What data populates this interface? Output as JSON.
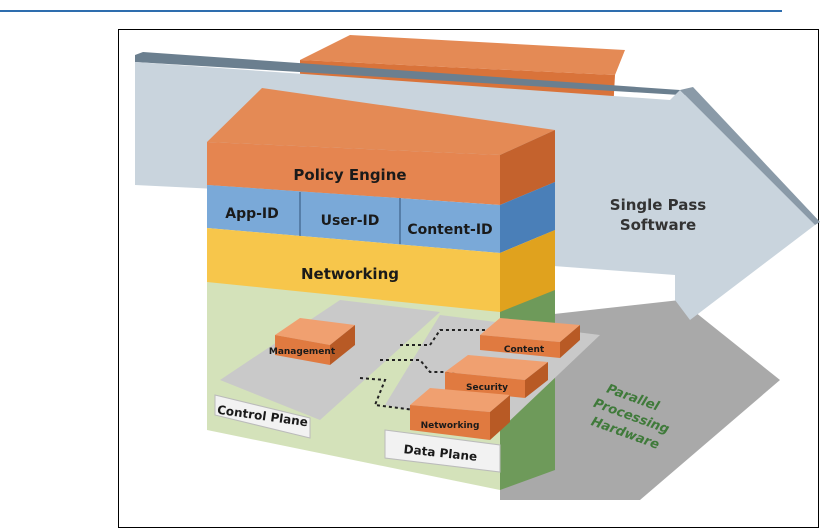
{
  "diagram": {
    "arrow_label_line1": "Single Pass",
    "arrow_label_line2": "Software",
    "layers": {
      "policy_engine": "Policy Engine",
      "app_id": "App-ID",
      "user_id": "User-ID",
      "content_id": "Content-ID",
      "networking": "Networking"
    },
    "control_plane": {
      "label": "Control Plane",
      "management": "Management"
    },
    "data_plane": {
      "label": "Data Plane",
      "content": "Content",
      "security": "Security",
      "networking": "Networking"
    },
    "hardware_line1": "Parallel",
    "hardware_line2": "Processing",
    "hardware_line3": "Hardware",
    "colors": {
      "orange": "#e07a40",
      "blue": "#7aa9d8",
      "yellow": "#f7c64b",
      "green_base": "#d2e0b8",
      "arrow": "#c9d4dd",
      "shadow": "#a8a8a8",
      "hardware_text": "#3f7a3a"
    }
  }
}
